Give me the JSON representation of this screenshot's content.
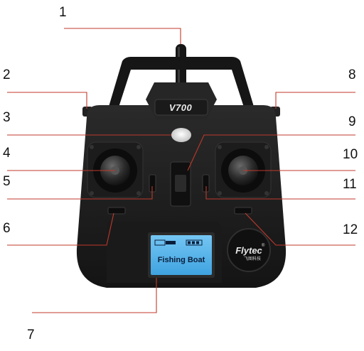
{
  "device": {
    "model_label": "V700",
    "brand_name": "Flytec",
    "brand_subtext": "飞图科技",
    "brand_mark": "®",
    "lcd_text": "Fishing Boat"
  },
  "callouts": [
    {
      "label": "1",
      "part": "antenna"
    },
    {
      "label": "2",
      "part": "left shoulder button"
    },
    {
      "label": "3",
      "part": "power indicator light"
    },
    {
      "label": "4",
      "part": "left joystick"
    },
    {
      "label": "5",
      "part": "left horizontal trim switch"
    },
    {
      "label": "6",
      "part": "left vertical trim switch"
    },
    {
      "label": "7",
      "part": "LCD display"
    },
    {
      "label": "8",
      "part": "right shoulder button"
    },
    {
      "label": "9",
      "part": "power switch"
    },
    {
      "label": "10",
      "part": "right joystick"
    },
    {
      "label": "11",
      "part": "right horizontal trim switch"
    },
    {
      "label": "12",
      "part": "right vertical trim switch"
    }
  ],
  "colors": {
    "leader_line": "#c0392b",
    "body": "#1b1b1b",
    "lcd_background": "#5bb6ea"
  }
}
